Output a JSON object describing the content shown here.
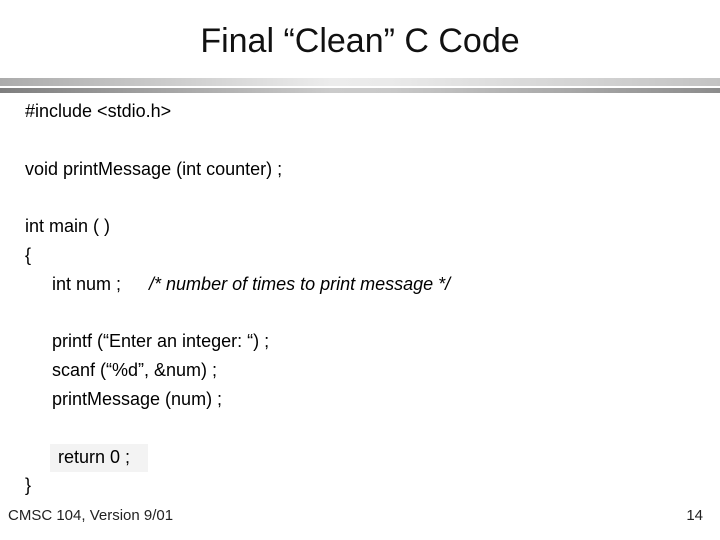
{
  "slide": {
    "title": "Final “Clean” C Code",
    "footer": {
      "course": "CMSC 104, Version 9/01",
      "page_number": "14"
    }
  },
  "code": {
    "language": "c",
    "lines": [
      {
        "text": "#include <stdio.h>",
        "indent": 0
      },
      {
        "text": "",
        "indent": 0
      },
      {
        "text": "void printMessage (int counter) ;",
        "indent": 0
      },
      {
        "text": "",
        "indent": 0
      },
      {
        "text": "int main ( )",
        "indent": 0
      },
      {
        "text": "{",
        "indent": 0
      },
      {
        "text": "int num ;",
        "indent": 1,
        "comment": "/* number of times to print message */"
      },
      {
        "text": "",
        "indent": 0
      },
      {
        "text": "printf (“Enter an integer: “) ;",
        "indent": 1
      },
      {
        "text": "scanf (“%d”, &num) ;",
        "indent": 1
      },
      {
        "text": "printMessage (num) ;",
        "indent": 1
      },
      {
        "text": "",
        "indent": 0
      },
      {
        "text": "return 0 ;",
        "indent": 2,
        "highlight": true
      },
      {
        "text": "}",
        "indent": 0
      }
    ]
  },
  "colors": {
    "background": "#ffffff",
    "text": "#000000",
    "rule_top_left": "#ababab",
    "rule_top_mid": "#ececec",
    "rule_top_right": "#c3c3c3",
    "rule_bottom_left": "#7e7e7e",
    "rule_bottom_mid": "#cbcbcb",
    "rule_bottom_right": "#8c8c8c",
    "return_highlight": "#f3f3f3"
  }
}
